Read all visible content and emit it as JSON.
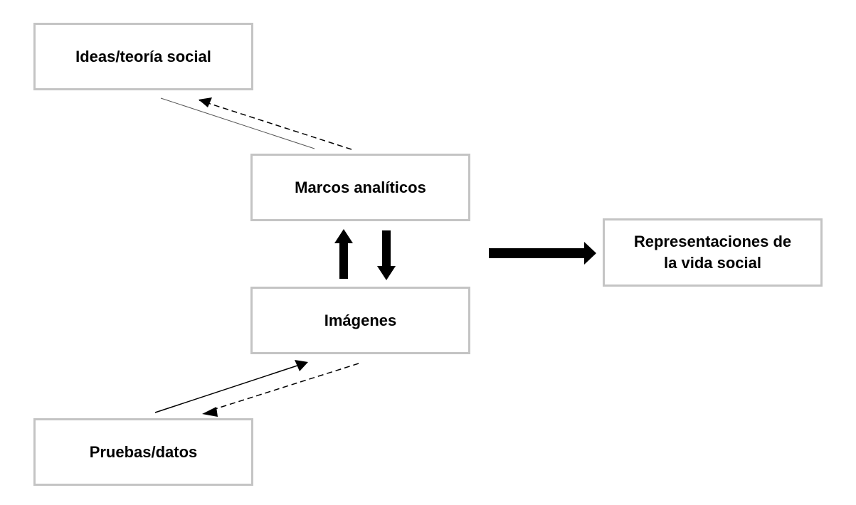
{
  "diagram": {
    "nodes": [
      {
        "id": "ideas",
        "label": "Ideas/teoría social"
      },
      {
        "id": "marcos",
        "label": "Marcos analíticos"
      },
      {
        "id": "imagenes",
        "label": "Imágenes"
      },
      {
        "id": "representaciones",
        "label": "Representaciones de la vida social"
      },
      {
        "id": "pruebas",
        "label": "Pruebas/datos"
      }
    ],
    "edges": [
      {
        "from": "ideas",
        "to": "marcos",
        "style": "solid-thin",
        "arrow": "none"
      },
      {
        "from": "marcos",
        "to": "ideas",
        "style": "dashed",
        "arrow": "end"
      },
      {
        "from": "imagenes",
        "to": "marcos",
        "style": "thick",
        "arrow": "end"
      },
      {
        "from": "marcos",
        "to": "imagenes",
        "style": "thick",
        "arrow": "end"
      },
      {
        "from": "marcos-imagenes",
        "to": "representaciones",
        "style": "thick",
        "arrow": "end"
      },
      {
        "from": "pruebas",
        "to": "imagenes",
        "style": "solid",
        "arrow": "end"
      },
      {
        "from": "imagenes",
        "to": "pruebas",
        "style": "dashed",
        "arrow": "end"
      }
    ]
  }
}
